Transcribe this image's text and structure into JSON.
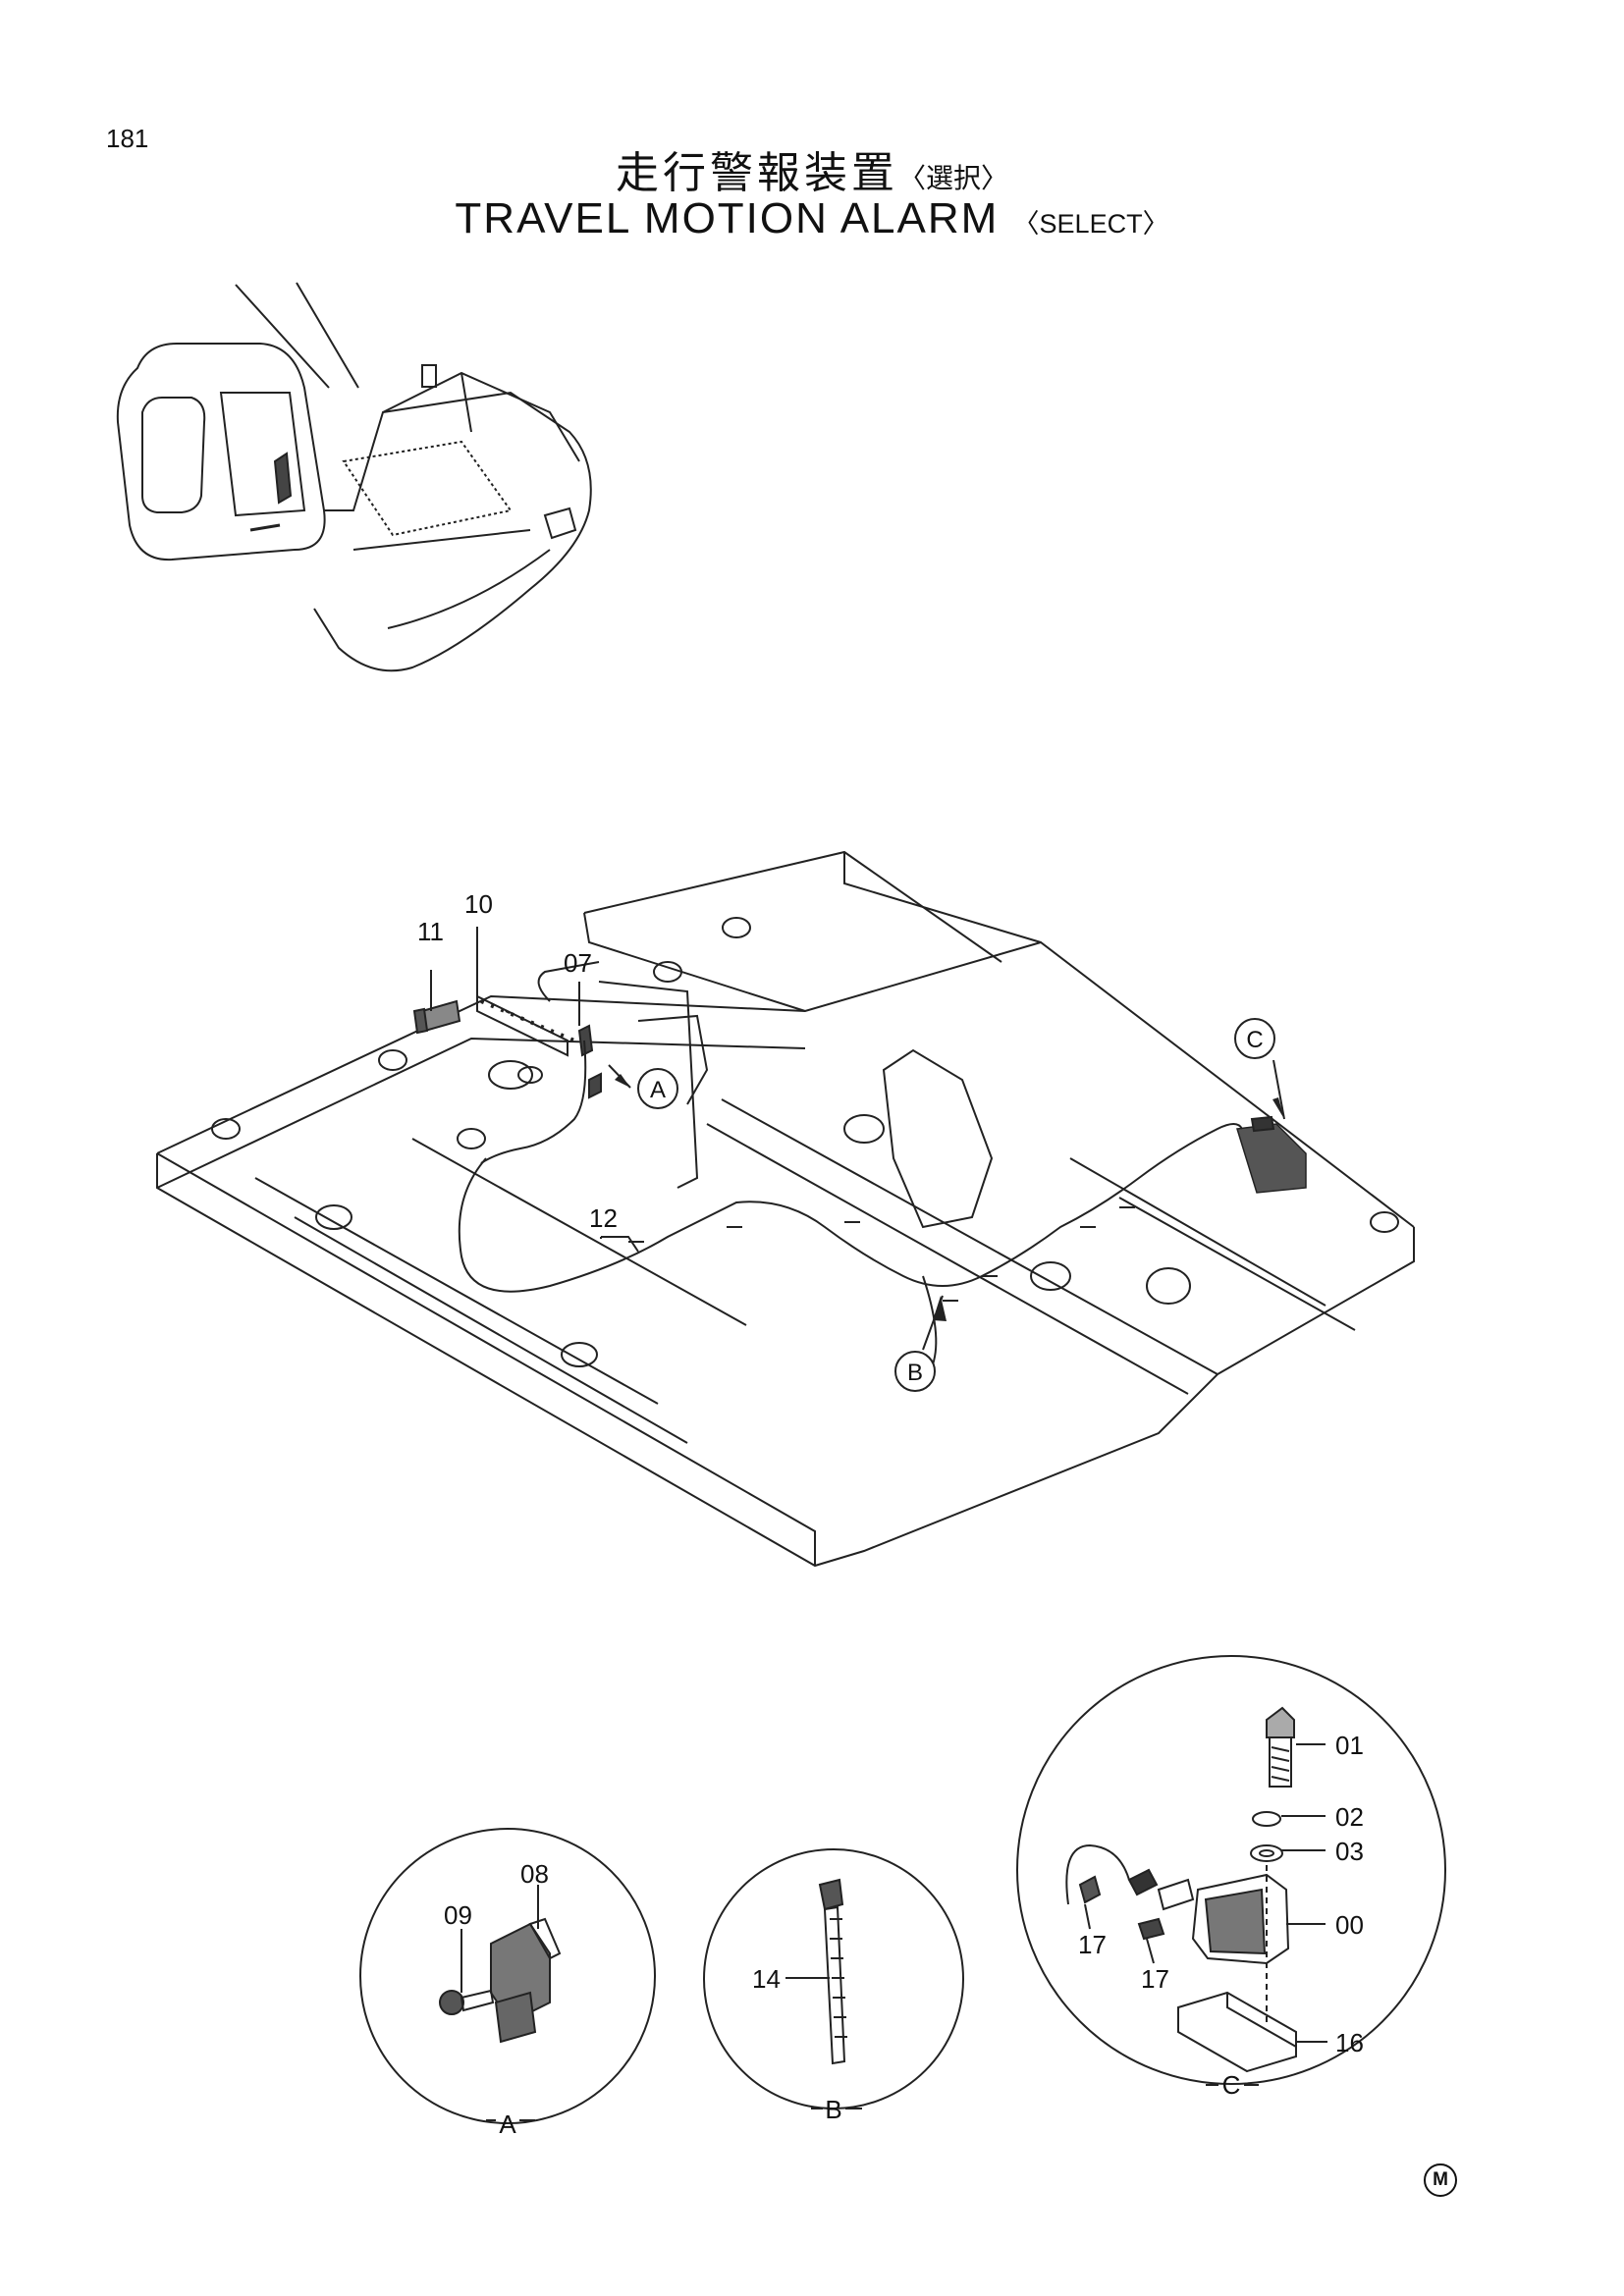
{
  "page_number": "181",
  "title_jp": "走行警報装置",
  "title_jp_select": "〈選択〉",
  "title_en": "TRAVEL  MOTION  ALARM",
  "title_en_select": "〈SELECT〉",
  "callouts": {
    "c11": "11",
    "c10": "10",
    "c07": "07",
    "c12": "12",
    "c08": "08",
    "c09": "09",
    "c14": "14",
    "c01": "01",
    "c02": "02",
    "c03": "03",
    "c00": "00",
    "c17a": "17",
    "c17b": "17",
    "c16": "16"
  },
  "detail_markers": {
    "a": "A",
    "b": "B",
    "c": "C"
  },
  "detail_labels": {
    "a": "A",
    "b": "B",
    "c": "C"
  },
  "manufacturer_mark": "M"
}
